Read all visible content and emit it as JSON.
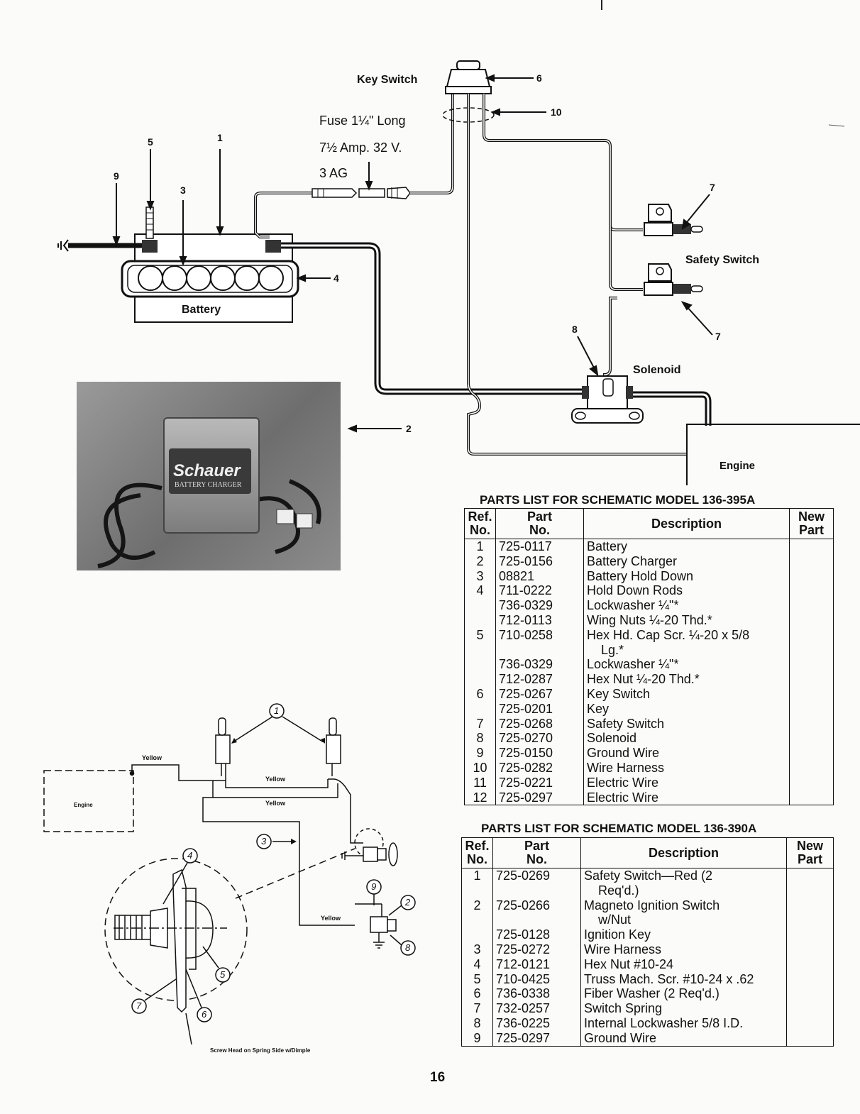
{
  "schematic": {
    "key_switch_label": "Key Switch",
    "fuse_line1": "Fuse 1¼\" Long",
    "fuse_line2": "7½ Amp. 32 V.",
    "fuse_line3": "3 AG",
    "battery_label": "Battery",
    "safety_switch_label": "Safety Switch",
    "solenoid_label": "Solenoid",
    "engine_label": "Engine",
    "callouts": [
      "1",
      "2",
      "3",
      "4",
      "5",
      "6",
      "7",
      "7",
      "8",
      "9",
      "10"
    ]
  },
  "photo": {
    "brand": "Schauer",
    "subtitle": "BATTERY CHARGER"
  },
  "lower_diagram": {
    "engine_label": "Engine",
    "wire_labels": [
      "Yellow",
      "Yellow",
      "Yellow",
      "Yellow"
    ],
    "callouts": [
      "1",
      "2",
      "3",
      "4",
      "5",
      "6",
      "7",
      "8",
      "9"
    ],
    "caption": "Screw Head on Spring Side w/Dimple"
  },
  "table_a": {
    "title": "PARTS LIST FOR SCHEMATIC MODEL 136-395A",
    "headers": {
      "ref_1": "Ref.",
      "ref_2": "No.",
      "part_1": "Part",
      "part_2": "No.",
      "desc": "Description",
      "new_1": "New",
      "new_2": "Part"
    },
    "rows": [
      {
        "ref": "1",
        "part": "725-0117",
        "desc": "Battery",
        "desc2": ""
      },
      {
        "ref": "2",
        "part": "725-0156",
        "desc": "Battery Charger",
        "desc2": ""
      },
      {
        "ref": "3",
        "part": "08821",
        "desc": "Battery Hold Down",
        "desc2": ""
      },
      {
        "ref": "4",
        "part": "711-0222",
        "desc": "Hold Down Rods",
        "desc2": ""
      },
      {
        "ref": "",
        "part": "736-0329",
        "desc": "Lockwasher ¼\"*",
        "desc2": ""
      },
      {
        "ref": "",
        "part": "712-0113",
        "desc": "Wing Nuts ¼-20 Thd.*",
        "desc2": ""
      },
      {
        "ref": "5",
        "part": "710-0258",
        "desc": "Hex Hd. Cap Scr. ¼-20 x 5/8",
        "desc2": "Lg.*"
      },
      {
        "ref": "",
        "part": "736-0329",
        "desc": "Lockwasher ¼\"*",
        "desc2": ""
      },
      {
        "ref": "",
        "part": "712-0287",
        "desc": "Hex Nut ¼-20 Thd.*",
        "desc2": ""
      },
      {
        "ref": "6",
        "part": "725-0267",
        "desc": "Key Switch",
        "desc2": ""
      },
      {
        "ref": "",
        "part": "725-0201",
        "desc": "Key",
        "desc2": ""
      },
      {
        "ref": "7",
        "part": "725-0268",
        "desc": "Safety Switch",
        "desc2": ""
      },
      {
        "ref": "8",
        "part": "725-0270",
        "desc": "Solenoid",
        "desc2": ""
      },
      {
        "ref": "9",
        "part": "725-0150",
        "desc": "Ground Wire",
        "desc2": ""
      },
      {
        "ref": "10",
        "part": "725-0282",
        "desc": "Wire Harness",
        "desc2": ""
      },
      {
        "ref": "11",
        "part": "725-0221",
        "desc": "Electric Wire",
        "desc2": ""
      },
      {
        "ref": "12",
        "part": "725-0297",
        "desc": "Electric Wire",
        "desc2": ""
      }
    ]
  },
  "table_b": {
    "title": "PARTS LIST FOR SCHEMATIC MODEL 136-390A",
    "headers": {
      "ref_1": "Ref.",
      "ref_2": "No.",
      "part_1": "Part",
      "part_2": "No.",
      "desc": "Description",
      "new_1": "New",
      "new_2": "Part"
    },
    "rows": [
      {
        "ref": "1",
        "part": "725-0269",
        "desc": "Safety Switch—Red (2",
        "desc2": "Req'd.)"
      },
      {
        "ref": "2",
        "part": "725-0266",
        "desc": "Magneto Ignition Switch",
        "desc2": "w/Nut"
      },
      {
        "ref": "",
        "part": "725-0128",
        "desc": "Ignition Key",
        "desc2": ""
      },
      {
        "ref": "3",
        "part": "725-0272",
        "desc": "Wire Harness",
        "desc2": ""
      },
      {
        "ref": "4",
        "part": "712-0121",
        "desc": "Hex Nut #10-24",
        "desc2": ""
      },
      {
        "ref": "5",
        "part": "710-0425",
        "desc": "Truss Mach. Scr. #10-24 x .62",
        "desc2": ""
      },
      {
        "ref": "6",
        "part": "736-0338",
        "desc": "Fiber Washer (2 Req'd.)",
        "desc2": ""
      },
      {
        "ref": "7",
        "part": "732-0257",
        "desc": "Switch Spring",
        "desc2": ""
      },
      {
        "ref": "8",
        "part": "736-0225",
        "desc": "Internal Lockwasher 5/8 I.D.",
        "desc2": ""
      },
      {
        "ref": "9",
        "part": "725-0297",
        "desc": "Ground Wire",
        "desc2": ""
      }
    ]
  },
  "page_number": "16"
}
